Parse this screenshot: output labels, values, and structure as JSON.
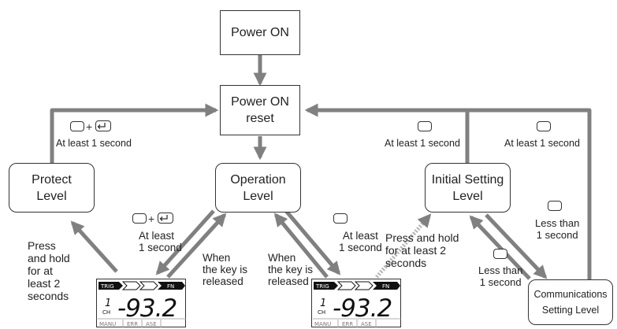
{
  "nodes": {
    "power_on": "Power ON",
    "power_on_reset": [
      "Power ON",
      "reset"
    ],
    "protect_level": [
      "Protect",
      "Level"
    ],
    "operation_level": [
      "Operation",
      "Level"
    ],
    "initial_setting_level": [
      "Initial Setting",
      "Level"
    ],
    "communications_setting_level": [
      "Communications",
      "Setting Level"
    ]
  },
  "labels": {
    "protect_to_reset": "At least 1 second",
    "press_hold_protect": [
      "Press",
      "and hold",
      "for at",
      "least 2",
      "seconds"
    ],
    "op_to_protect": [
      "At least",
      "1 second"
    ],
    "protect_release": [
      "When",
      "the key is",
      "released"
    ],
    "initial_release": [
      "When",
      "the key is",
      "released"
    ],
    "op_to_initial": [
      "At least",
      "1 second"
    ],
    "press_hold_initial": [
      "Press and hold",
      "for at least 2",
      "seconds"
    ],
    "initial_to_reset": "At least 1 second",
    "comm_to_reset": "At least 1 second",
    "initial_to_comm": [
      "Less than",
      "1 second"
    ],
    "comm_to_initial": [
      "Less than",
      "1 second"
    ]
  },
  "display": {
    "top_labels": [
      "TRIG",
      "FN"
    ],
    "digit_small": "1",
    "ch": "CH",
    "value": "-93.2",
    "bottom_labels": [
      "MANU",
      "ERR",
      "ASE"
    ]
  },
  "colors": {
    "arrow": "#808080",
    "border": "#333333"
  }
}
